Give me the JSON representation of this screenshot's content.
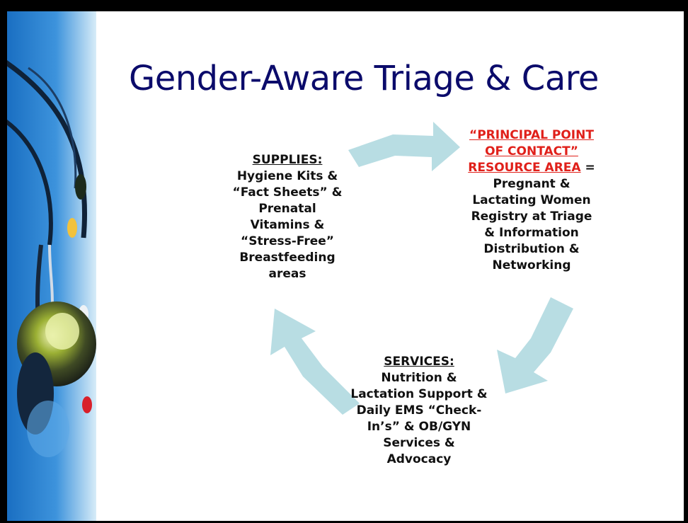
{
  "title": "Gender-Aware Triage & Care",
  "colors": {
    "title": "#0b0b6b",
    "arrow": "#b8dde3",
    "heading_red": "#e0201a",
    "panel": "#3d8fd6"
  },
  "icons": {
    "side_image": "stethoscope-and-pills-illustration"
  },
  "supplies": {
    "heading": "SUPPLIES:",
    "lines": [
      "Hygiene Kits &",
      "“Fact Sheets” &",
      "Prenatal",
      "Vitamins &",
      "“Stress-Free”",
      "Breastfeeding",
      "areas"
    ]
  },
  "contact": {
    "heading_lines": [
      "“PRINCIPAL POINT",
      "OF CONTACT”"
    ],
    "heading_last": "RESOURCE AREA",
    "equals": " =",
    "lines": [
      "Pregnant &",
      "Lactating Women",
      "Registry at Triage",
      "& Information",
      "Distribution &",
      "Networking"
    ]
  },
  "services": {
    "heading": "SERVICES:",
    "lines": [
      "Nutrition &",
      "Lactation Support &",
      "Daily EMS “Check-",
      "In’s” & OB/GYN",
      "Services &",
      "Advocacy"
    ]
  }
}
